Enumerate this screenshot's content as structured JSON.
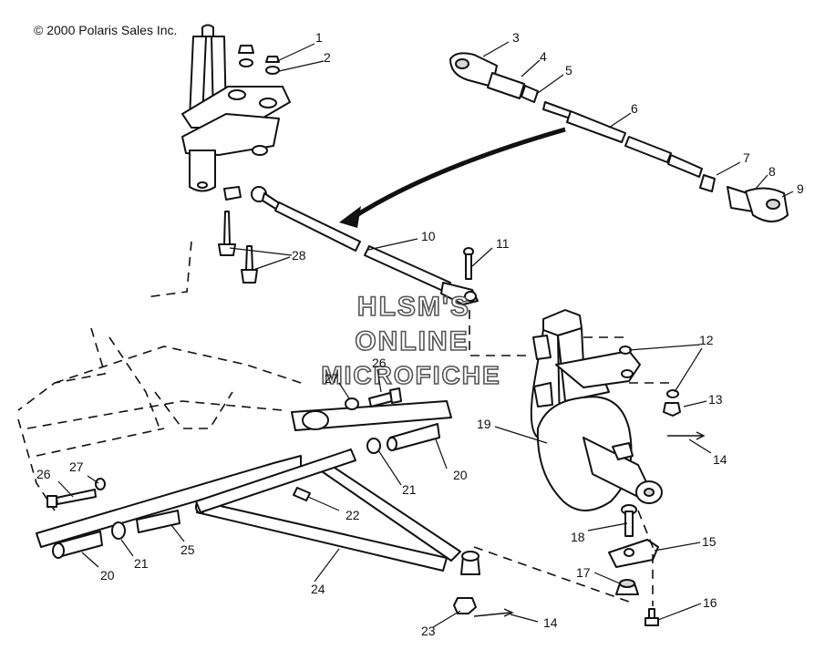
{
  "copyright": "© 2000 Polaris Sales Inc.",
  "watermark": [
    "HLSM'S",
    "ONLINE",
    "MICROFICHE"
  ],
  "callouts": {
    "c1": "1",
    "c2": "2",
    "c3": "3",
    "c4": "4",
    "c5": "5",
    "c6": "6",
    "c7": "7",
    "c8": "8",
    "c9": "9",
    "c10": "10",
    "c11": "11",
    "c12": "12",
    "c13": "13",
    "c14a": "14",
    "c14b": "14",
    "c15": "15",
    "c16": "16",
    "c17": "17",
    "c18": "18",
    "c19": "19",
    "c20a": "20",
    "c20b": "20",
    "c21a": "21",
    "c21b": "21",
    "c22": "22",
    "c23": "23",
    "c24": "24",
    "c25": "25",
    "c26a": "26",
    "c26b": "26",
    "c27a": "27",
    "c27b": "27",
    "c28": "28"
  }
}
